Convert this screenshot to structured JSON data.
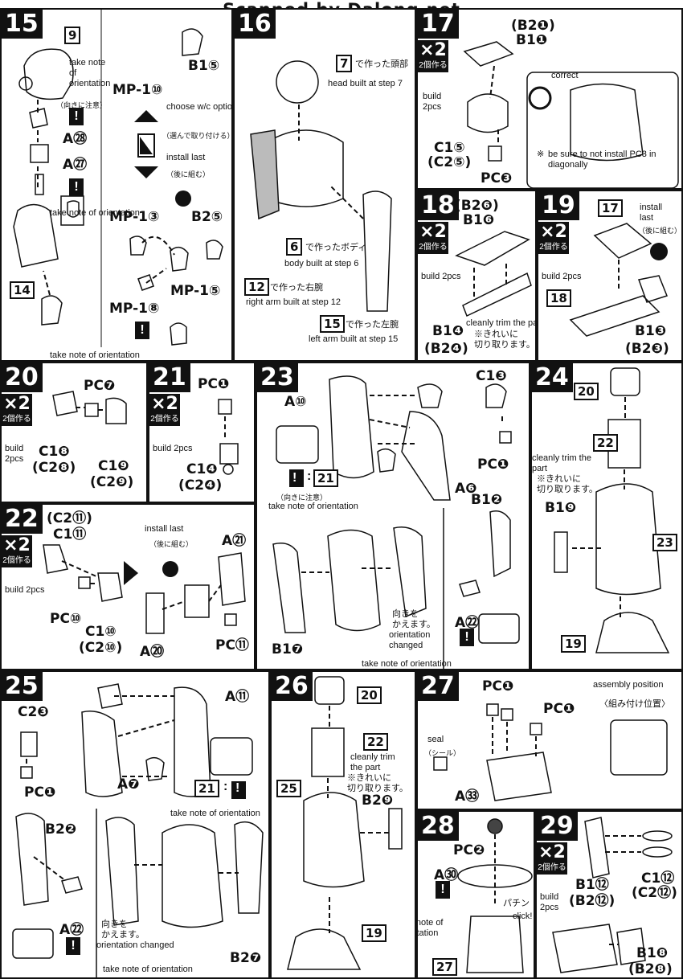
{
  "header": {
    "scan_credit": "Scanned by Dalong.net"
  },
  "steps": {
    "s15": {
      "num": "15",
      "box9": "9",
      "take_note": "take note\nof\norientation",
      "a28": "A㉘",
      "a27": "A㉗",
      "mp1_10": "MP-1⑩",
      "b1_5": "B1⑤",
      "choose": "choose w/c option to install",
      "choose_jp": "（選んで取り付ける）",
      "install_last": "install last",
      "install_last_jp": "（後に組む）",
      "orient_mid": "take note of orientation",
      "orient_jp": "（向きに注意）",
      "mp1_3": "MP-1③",
      "b2_5": "B2⑤",
      "mp1_5": "MP-1⑤",
      "mp1_8": "MP-1⑧",
      "box14": "14",
      "orient_bottom": "take note of orientation"
    },
    "s16": {
      "num": "16",
      "box7": "7",
      "head_jp": "で作った頭部",
      "head": "head built at step 7",
      "box6": "6",
      "body_jp": "で作ったボディ",
      "body": "body built at step 6",
      "box12": "12",
      "rarm_jp": "で作った右腕",
      "rarm": "right arm built at step 12",
      "box15": "15",
      "larm_jp": "で作った左腕",
      "larm": "left arm built at step 15"
    },
    "s17": {
      "num": "17",
      "x2": "×2",
      "x2jp": "2個作る",
      "b2_1": "(B2❶)",
      "b1_1": "B1❶",
      "correct": "correct",
      "build": "build\n2pcs",
      "c1_5": "C1⑤",
      "c2_5": "(C2⑤)",
      "pc3": "PC❸",
      "note": "be sure to not install PC3 in\ndiagonally",
      "note_mark": "※"
    },
    "s18": {
      "num": "18",
      "x2": "×2",
      "x2jp": "2個作る",
      "b2_6": "(B2❻)",
      "b1_6": "B1❻",
      "build": "build 2pcs",
      "trim": "cleanly trim the part",
      "trim_jp": "※きれいに\n切り取ります。",
      "b1_4": "B1❹",
      "b2_4": "(B2❹)"
    },
    "s19": {
      "num": "19",
      "x2": "×2",
      "x2jp": "2個作る",
      "box17": "17",
      "install_last": "install\nlast",
      "install_last_jp": "（後に組む）",
      "build": "build 2pcs",
      "box18": "18",
      "b1_3": "B1❸",
      "b2_3": "(B2❸)"
    },
    "s20": {
      "num": "20",
      "x2": "×2",
      "x2jp": "2個作る",
      "pc7": "PC❼",
      "build": "build\n2pcs",
      "c1_8": "C1❽",
      "c2_8": "(C2❽)",
      "c1_9": "C1❾",
      "c2_9": "(C2❾)"
    },
    "s21": {
      "num": "21",
      "x2": "×2",
      "x2jp": "2個作る",
      "pc1": "PC❶",
      "build": "build 2pcs",
      "c1_4": "C1❹",
      "c2_4": "(C2❹)"
    },
    "s22": {
      "num": "22",
      "x2": "×2",
      "x2jp": "2個作る",
      "c2_11": "(C2⑪)",
      "c1_11": "C1⑪",
      "build": "build 2pcs",
      "pc10": "PC⑩",
      "c1_10": "C1⑩",
      "c2_10": "(C2⑩)",
      "install_last": "install last",
      "install_last_jp": "（後に組む）",
      "a21": "A㉑",
      "a20": "A⑳",
      "pc11": "PC⑪"
    },
    "s23": {
      "num": "23",
      "a10": "A⑩",
      "c1_3": "C1❸",
      "pc1": "PC❶",
      "a6": "A❻",
      "ref21": "21",
      "orient_jp": "（向きに注意）",
      "orient": "take note of orientation",
      "b1_2": "B1❷",
      "turn_jp": "向きを\nかえます。",
      "turn": "orientation\nchanged",
      "a22": "A㉒",
      "b1_7": "B1❼",
      "orient_bottom": "take note of orientation"
    },
    "s24": {
      "num": "24",
      "box20": "20",
      "box22": "22",
      "trim": "cleanly trim the\npart",
      "trim_jp": "※きれいに\n切り取ります。",
      "b1_9": "B1❾",
      "box23": "23",
      "box19": "19"
    },
    "s25": {
      "num": "25",
      "a11": "A⑪",
      "c2_3": "C2❸",
      "pc1": "PC❶",
      "a7": "A❼",
      "ref21": "21",
      "orient": "take note of orientation",
      "b2_2": "B2❷",
      "a22": "A㉒",
      "turn_jp": "向きを\nかえます。",
      "turn": "orientation changed",
      "orient_bottom": "take note of orientation",
      "b2_7": "B2❼"
    },
    "s26": {
      "num": "26",
      "box20": "20",
      "box22": "22",
      "trim": "cleanly trim\nthe part",
      "trim_jp": "※きれいに\n切り取ります。",
      "box25": "25",
      "b2_9": "B2❾",
      "box19": "19"
    },
    "s27": {
      "num": "27",
      "pc1a": "PC❶",
      "pc1b": "PC❶",
      "assembly": "assembly position",
      "assembly_jp": "〈組み付け位置〉",
      "seal": "seal",
      "seal_jp": "（シール）",
      "a33": "A㉝"
    },
    "s28": {
      "num": "28",
      "pc2": "PC❷",
      "a30": "A㉚",
      "click_jp": "パチン",
      "click": "click!",
      "orient": "take note of\norientation",
      "box27": "27"
    },
    "s29": {
      "num": "29",
      "x2": "×2",
      "x2jp": "2個作る",
      "b1_12": "B1⑫",
      "b2_12": "(B2⑫)",
      "c1_12": "C1⑫",
      "c2_12": "(C2⑫)",
      "build": "build\n2pcs",
      "b1_8": "B1❽",
      "b2_8": "(B2❽)"
    }
  }
}
